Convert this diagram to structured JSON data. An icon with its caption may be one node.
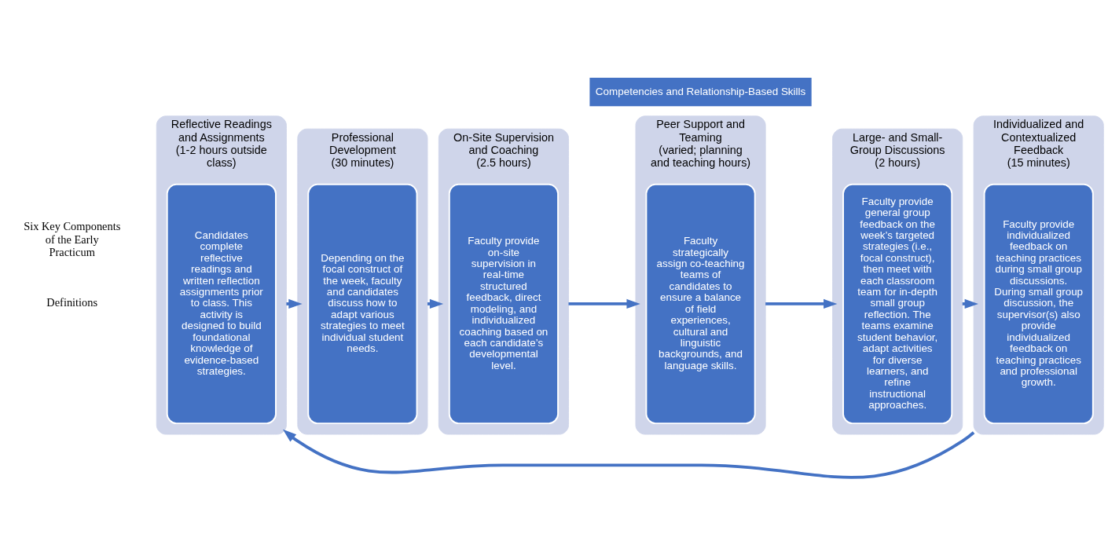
{
  "diagram": {
    "nodes": [
      {
        "text": [
          "Reflective Readings and Assignments",
          "(1-2 hours outside class)"
        ]
      },
      {
        "text": [
          "Candidates complete reflective readings and written reflection assignments prior to class. This activity is designed to build foundational knowledge of evidence-based strategies."
        ],
        "in": 0
      },
      {
        "text": [
          "Professional Development",
          "(30 minutes)"
        ]
      },
      {
        "text": [
          "Depending on the focal construct of the week, faculty and candidates discuss how to adapt various strategies to meet individual student needs."
        ],
        "in": 2
      },
      {
        "text": [
          "On-Site Supervision and Coaching",
          "(2.5 hours)"
        ]
      },
      {
        "text": [
          "Faculty provide on-site supervision in real-time structured feedback, direct modeling, and individualized coaching based on each candidate’s developmental level."
        ],
        "in": 4
      },
      {
        "text": [
          "Peer Support and Teaming",
          "(varied; planning and teaching hours)"
        ]
      },
      {
        "text": [
          "Faculty strategically assign co-teaching teams of candidates to ensure a balance of field experiences, cultural and linguistic backgrounds, and language skills."
        ],
        "in": 6
      },
      {
        "text": [
          "Large- and Small-Group Discussions",
          "(2 hours)"
        ]
      },
      {
        "text": [
          "Faculty provide general group feedback on the week’s targeted strategies (i.e., focal construct), then meet with each classroom team for in-depth small group reflection. The teams examine student behavior, adapt activities for diverse learners, and refine instructional approaches."
        ],
        "in": 8
      },
      {
        "text": [
          "Individualized and Contextualized Feedback",
          "(15 minutes)"
        ]
      },
      {
        "text": [
          "Faculty provide individualized feedback on teaching practices during small group discussions. During small group discussion, the supervisor(s) also provide individualized feedback on teaching practices and professional growth."
        ],
        "in": 10
      },
      {
        "text": [
          "Competencies and Relationship-Based Skills"
        ]
      }
    ],
    "edges": [
      {
        "from": 0,
        "to": 2,
        "arrow": "to"
      },
      {
        "from": 2,
        "to": 4,
        "arrow": "to"
      },
      {
        "from": 4,
        "to": 6,
        "arrow": "to"
      },
      {
        "from": 6,
        "to": 8,
        "arrow": "to"
      },
      {
        "from": 8,
        "to": 10,
        "arrow": "to"
      },
      {
        "from": 10,
        "to": 0,
        "arrow": "to"
      }
    ],
    "labels": [
      "Six Key Components of the Early Practicum",
      "Definitions"
    ]
  }
}
